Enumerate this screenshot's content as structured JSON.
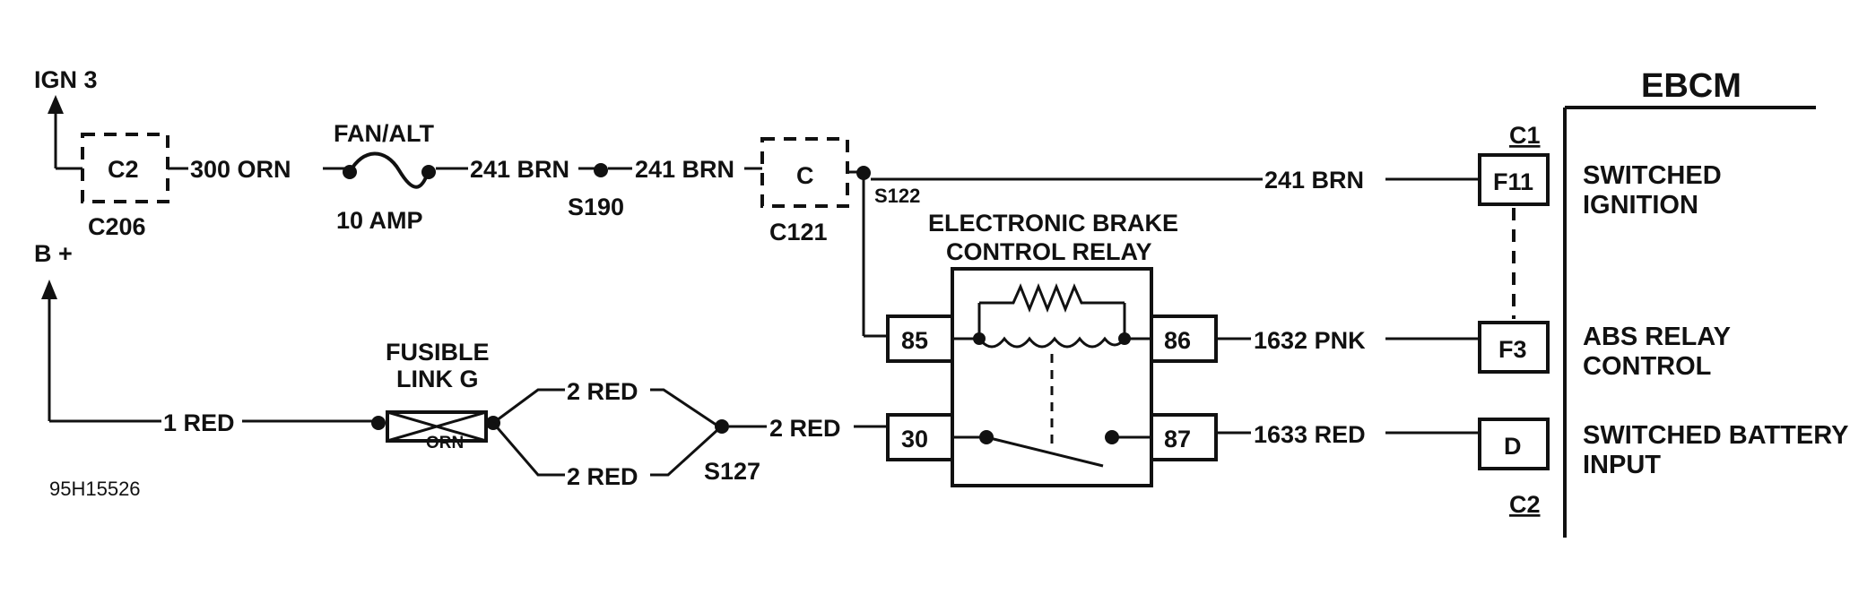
{
  "ebcm": {
    "title": "EBCM",
    "connector_c1": "C1",
    "connector_c2": "C2",
    "pins": {
      "f11": "F11",
      "f3": "F3",
      "d": "D"
    },
    "pin_labels": {
      "switched_ignition": [
        "SWITCHED",
        "IGNITION"
      ],
      "abs_relay_control": [
        "ABS RELAY",
        "CONTROL"
      ],
      "switched_battery_input": [
        "SWITCHED BATTERY",
        "INPUT"
      ]
    }
  },
  "sources": {
    "ign3": "IGN 3",
    "bplus": "B +"
  },
  "connectors": {
    "c206_pin": "C2",
    "c206": "C206",
    "c121_pin": "C",
    "c121": "C121"
  },
  "fuse": {
    "name": "FAN/ALT",
    "rating": "10  AMP"
  },
  "splices": {
    "s190": "S190",
    "s122": "S122",
    "s127": "S127"
  },
  "wires": {
    "w300": "300 ORN",
    "w241_a": "241 BRN",
    "w241_b": "241 BRN",
    "w241_c": "241 BRN",
    "w1red": "1 RED",
    "w2red_top": "2 RED",
    "w2red_bottom": "2 RED",
    "w2red_out": "2 RED",
    "w1632": "1632 PNK",
    "w1633": "1633 RED"
  },
  "fusible_link": {
    "name": [
      "FUSIBLE",
      "LINK G"
    ],
    "color": "ORN"
  },
  "relay": {
    "name": [
      "ELECTRONIC BRAKE",
      "CONTROL RELAY"
    ],
    "pins": {
      "p85": "85",
      "p86": "86",
      "p30": "30",
      "p87": "87"
    }
  },
  "figure_id": "95H15526"
}
